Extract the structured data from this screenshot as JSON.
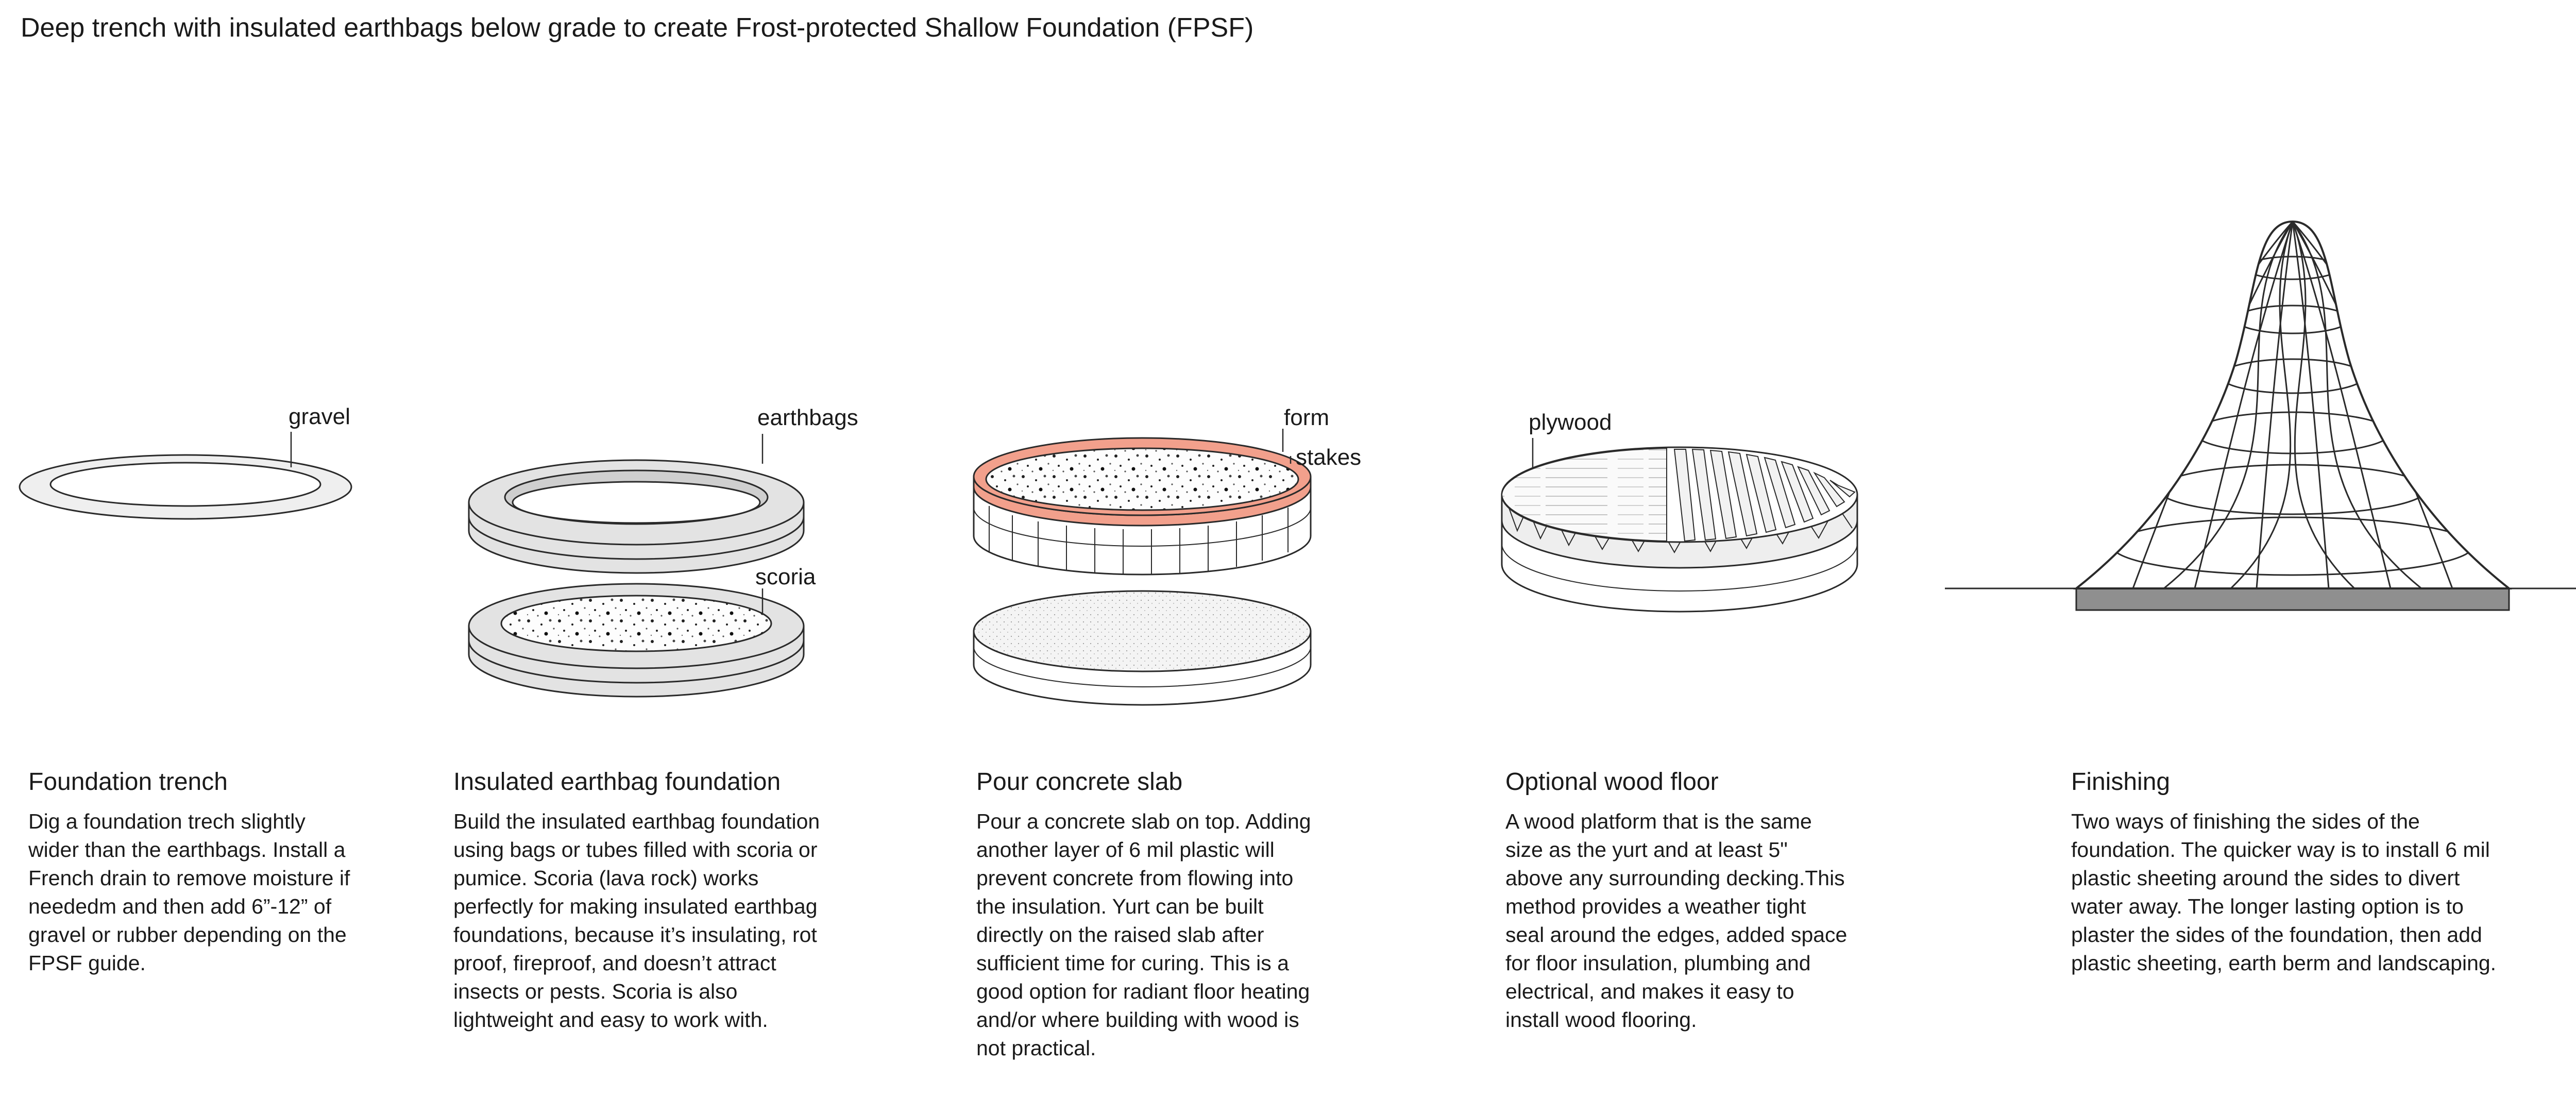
{
  "title": "Deep trench with  insulated earthbags below grade to create Frost-protected Shallow Foundation (FPSF)",
  "labels": {
    "gravel": "gravel",
    "earthbags": "earthbags",
    "scoria": "scoria",
    "form": "form",
    "stakes": "stakes",
    "plywood": "plywood"
  },
  "steps": [
    {
      "heading": "Foundation trench",
      "body": "Dig a foundation trech slightly wider than the earthbags. Install a French drain to remove moisture if neededm and then add 6”-12” of gravel or rubber depending on the FPSF guide."
    },
    {
      "heading": "Insulated earthbag foundation",
      "body": "Build the insulated earthbag foundation using bags or tubes filled with scoria or pumice. Scoria (lava rock) works perfectly for making insulated earthbag foundations, because it’s insulating, rot proof, fireproof, and doesn’t attract insects or pests. Scoria is also lightweight and easy to work with."
    },
    {
      "heading": "Pour concrete slab",
      "body": "Pour a concrete slab on top. Adding another layer of 6 mil plastic will prevent concrete from flowing into the insulation. Yurt can be built directly on the raised slab after sufficient time for curing. This is a good option for radiant floor heating and/or where building with wood is not practical."
    },
    {
      "heading": "Optional wood floor",
      "body": "A wood platform that is the same size as the yurt and at least 5\" above any surrounding decking.This method provides a weather tight seal around the edges, added space for floor insulation, plumbing and electrical, and makes it easy to install wood flooring."
    },
    {
      "heading": "Finishing",
      "body": "Two ways of finishing the sides of the foundation. The quicker way is to install 6 mil plastic sheeting around the sides to divert water away. The longer lasting option is to plaster the sides of the foundation, then add plastic sheeting, earth berm and landscaping."
    }
  ],
  "colors": {
    "line": "#2a2a2a",
    "gravel_ring": "#efefef",
    "earthbag_fill": "#e3e3e3",
    "form_orange": "#f2a08c",
    "base_grey": "#8f8f8f"
  }
}
